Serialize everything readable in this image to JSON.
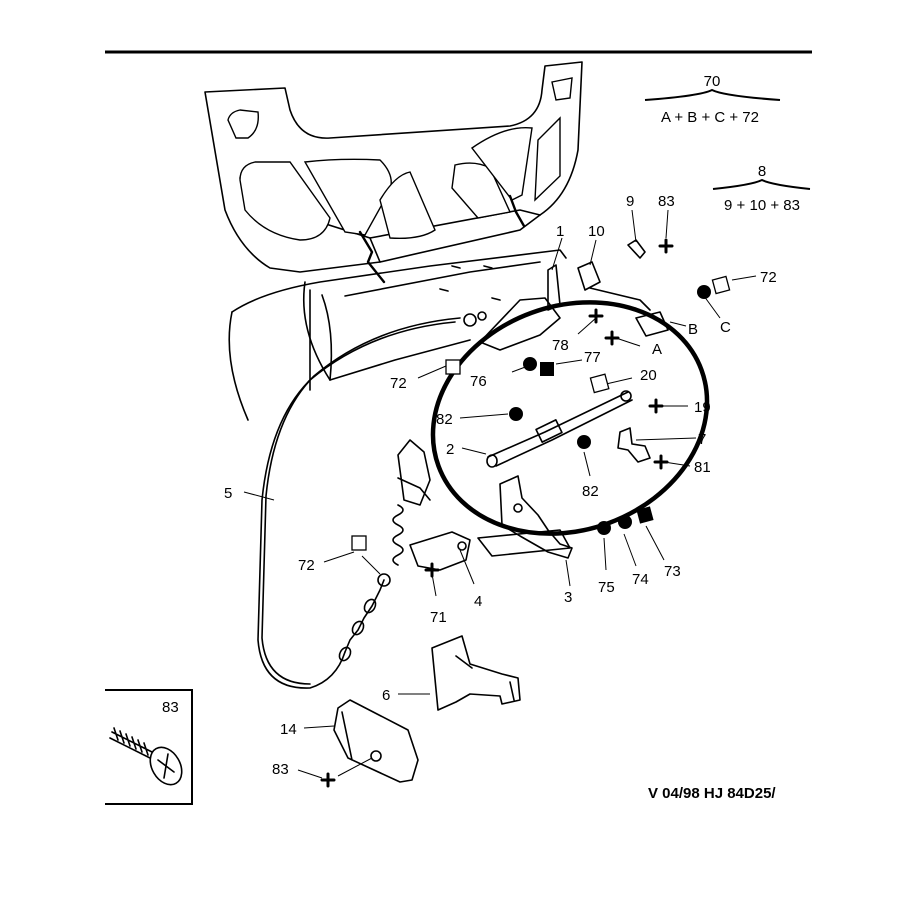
{
  "diagram": {
    "formulas": [
      {
        "id": "70",
        "top": "70",
        "bottom": "A + B + C + 72"
      },
      {
        "id": "8",
        "top": "8",
        "bottom": "9 + 10 + 83"
      }
    ],
    "labels": {
      "l1": "1",
      "l10": "10",
      "l9": "9",
      "l83a": "83",
      "l72a": "72",
      "lB": "B",
      "lC": "C",
      "lA": "A",
      "l78": "78",
      "l77": "77",
      "l76": "76",
      "l72b": "72",
      "l20": "20",
      "l19": "19",
      "l82a": "82",
      "l2": "2",
      "l7": "7",
      "l81": "81",
      "l82b": "82",
      "l5": "5",
      "l72c": "72",
      "l71": "71",
      "l4": "4",
      "l3": "3",
      "l75": "75",
      "l74": "74",
      "l73": "73",
      "l6": "6",
      "l14": "14",
      "l83b": "83",
      "l83inset": "83"
    },
    "reference": "V 04/98  HJ 84D25/"
  }
}
